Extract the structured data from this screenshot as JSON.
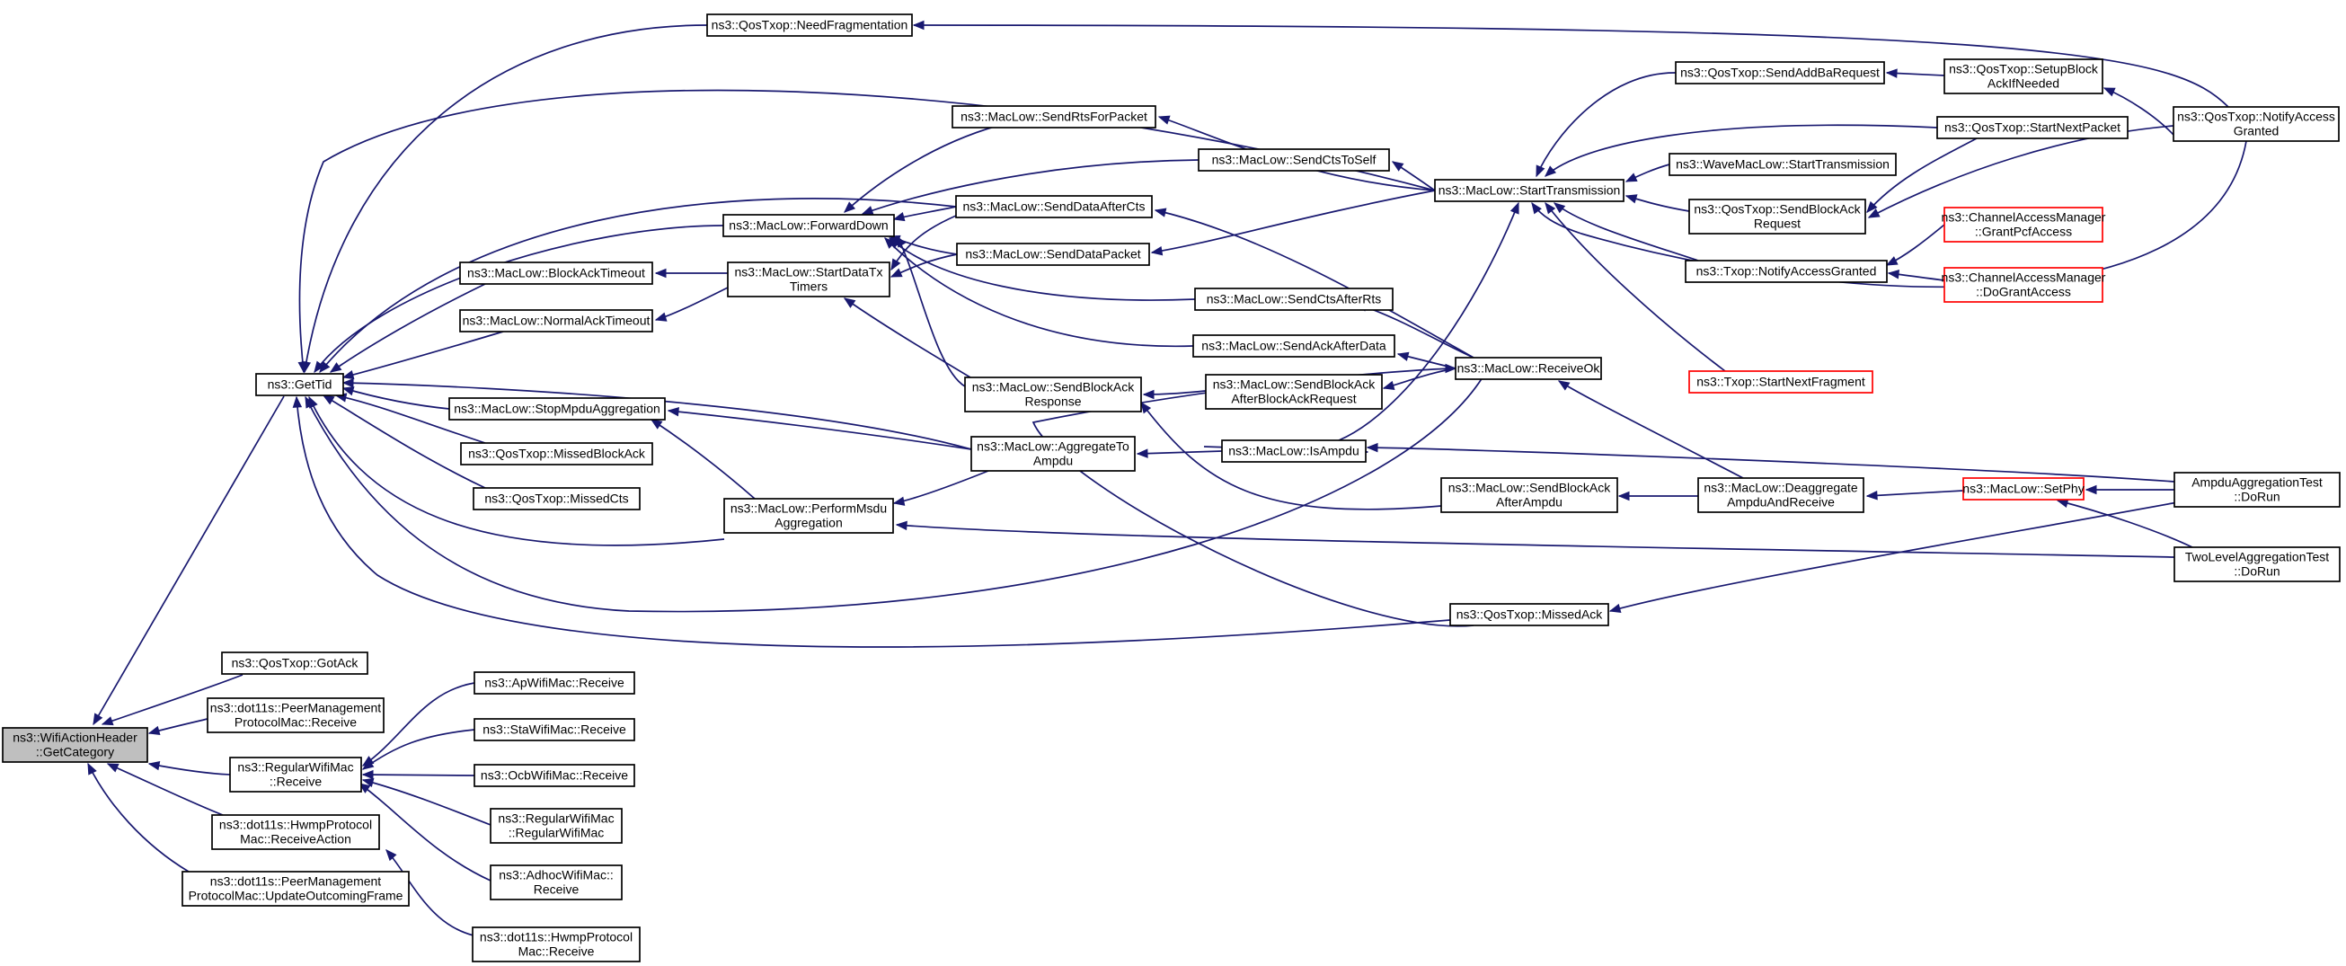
{
  "colors": {
    "edge": "#191970",
    "node_border": "#000000",
    "node_border_missing": "#ff0000",
    "node_fill_root": "#bfbfbf",
    "background": "#ffffff"
  },
  "nodes": [
    {
      "id": "root",
      "lines": [
        "ns3::WifiActionHeader",
        "::GetCategory"
      ],
      "style": "root"
    },
    {
      "id": "gettid",
      "lines": [
        "ns3::GetTid"
      ]
    },
    {
      "id": "needfrag",
      "lines": [
        "ns3::QosTxop::NeedFragmentation"
      ]
    },
    {
      "id": "forwarddown",
      "lines": [
        "ns3::MacLow::ForwardDown"
      ]
    },
    {
      "id": "blockacktimeout",
      "lines": [
        "ns3::MacLow::BlockAckTimeout"
      ]
    },
    {
      "id": "normalacktimeout",
      "lines": [
        "ns3::MacLow::NormalAckTimeout"
      ]
    },
    {
      "id": "stopmpdu",
      "lines": [
        "ns3::MacLow::StopMpduAggregation"
      ]
    },
    {
      "id": "missedblockack",
      "lines": [
        "ns3::QosTxop::MissedBlockAck"
      ]
    },
    {
      "id": "missedcts",
      "lines": [
        "ns3::QosTxop::MissedCts"
      ]
    },
    {
      "id": "performmsdu",
      "lines": [
        "ns3::MacLow::PerformMsdu",
        "Aggregation"
      ]
    },
    {
      "id": "startdatatx",
      "lines": [
        "ns3::MacLow::StartDataTx",
        "Timers"
      ]
    },
    {
      "id": "sendrtsforpacket",
      "lines": [
        "ns3::MacLow::SendRtsForPacket"
      ]
    },
    {
      "id": "senddataaftercts",
      "lines": [
        "ns3::MacLow::SendDataAfterCts"
      ]
    },
    {
      "id": "senddatapacket",
      "lines": [
        "ns3::MacLow::SendDataPacket"
      ]
    },
    {
      "id": "sendblockackresp",
      "lines": [
        "ns3::MacLow::SendBlockAck",
        "Response"
      ]
    },
    {
      "id": "aggregatetoampdu",
      "lines": [
        "ns3::MacLow::AggregateTo",
        "Ampdu"
      ]
    },
    {
      "id": "sendctstoself",
      "lines": [
        "ns3::MacLow::SendCtsToSelf"
      ]
    },
    {
      "id": "sendctsafterrts",
      "lines": [
        "ns3::MacLow::SendCtsAfterRts"
      ]
    },
    {
      "id": "sendackafterdata",
      "lines": [
        "ns3::MacLow::SendAckAfterData"
      ]
    },
    {
      "id": "sendblockackafterbar",
      "lines": [
        "ns3::MacLow::SendBlockAck",
        "AfterBlockAckRequest"
      ]
    },
    {
      "id": "isampdu",
      "lines": [
        "ns3::MacLow::IsAmpdu"
      ]
    },
    {
      "id": "sendblockackafterampdu",
      "lines": [
        "ns3::MacLow::SendBlockAck",
        "AfterAmpdu"
      ]
    },
    {
      "id": "qosmissedack",
      "lines": [
        "ns3::QosTxop::MissedAck"
      ]
    },
    {
      "id": "starttransmission",
      "lines": [
        "ns3::MacLow::StartTransmission"
      ]
    },
    {
      "id": "receiveok",
      "lines": [
        "ns3::MacLow::ReceiveOk"
      ]
    },
    {
      "id": "sendaddbarequest",
      "lines": [
        "ns3::QosTxop::SendAddBaRequest"
      ]
    },
    {
      "id": "wavestarttx",
      "lines": [
        "ns3::WaveMacLow::StartTransmission"
      ]
    },
    {
      "id": "sendblockackrequest",
      "lines": [
        "ns3::QosTxop::SendBlockAck",
        "Request"
      ]
    },
    {
      "id": "txopnotify",
      "lines": [
        "ns3::Txop::NotifyAccessGranted"
      ]
    },
    {
      "id": "txopnextfrag",
      "lines": [
        "ns3::Txop::StartNextFragment"
      ],
      "style": "red"
    },
    {
      "id": "deaggregate",
      "lines": [
        "ns3::MacLow::Deaggregate",
        "AmpduAndReceive"
      ]
    },
    {
      "id": "setupblockack",
      "lines": [
        "ns3::QosTxop::SetupBlock",
        "AckIfNeeded"
      ]
    },
    {
      "id": "startnextpacket",
      "lines": [
        "ns3::QosTxop::StartNextPacket"
      ]
    },
    {
      "id": "grantpcf",
      "lines": [
        "ns3::ChannelAccessManager",
        "::GrantPcfAccess"
      ],
      "style": "red"
    },
    {
      "id": "dogrant",
      "lines": [
        "ns3::ChannelAccessManager",
        "::DoGrantAccess"
      ],
      "style": "red"
    },
    {
      "id": "setphy",
      "lines": [
        "ns3::MacLow::SetPhy"
      ],
      "style": "red"
    },
    {
      "id": "qosnotify",
      "lines": [
        "ns3::QosTxop::NotifyAccess",
        "Granted"
      ]
    },
    {
      "id": "ampdutest",
      "lines": [
        "AmpduAggregationTest",
        "::DoRun"
      ]
    },
    {
      "id": "twoleveltest",
      "lines": [
        "TwoLevelAggregationTest",
        "::DoRun"
      ]
    },
    {
      "id": "gotack",
      "lines": [
        "ns3::QosTxop::GotAck"
      ]
    },
    {
      "id": "peermgmtreceive",
      "lines": [
        "ns3::dot11s::PeerManagement",
        "ProtocolMac::Receive"
      ]
    },
    {
      "id": "regularreceive",
      "lines": [
        "ns3::RegularWifiMac",
        "::Receive"
      ]
    },
    {
      "id": "hwmpreceiveaction",
      "lines": [
        "ns3::dot11s::HwmpProtocol",
        "Mac::ReceiveAction"
      ]
    },
    {
      "id": "peermgmtupdate",
      "lines": [
        "ns3::dot11s::PeerManagement",
        "ProtocolMac::UpdateOutcomingFrame"
      ]
    },
    {
      "id": "apreceive",
      "lines": [
        "ns3::ApWifiMac::Receive"
      ]
    },
    {
      "id": "stareceive",
      "lines": [
        "ns3::StaWifiMac::Receive"
      ]
    },
    {
      "id": "ocbreceive",
      "lines": [
        "ns3::OcbWifiMac::Receive"
      ]
    },
    {
      "id": "regularctor",
      "lines": [
        "ns3::RegularWifiMac",
        "::RegularWifiMac"
      ]
    },
    {
      "id": "adhocreceive",
      "lines": [
        "ns3::AdhocWifiMac::",
        "Receive"
      ]
    },
    {
      "id": "hwmpreceive",
      "lines": [
        "ns3::dot11s::HwmpProtocol",
        "Mac::Receive"
      ]
    }
  ]
}
